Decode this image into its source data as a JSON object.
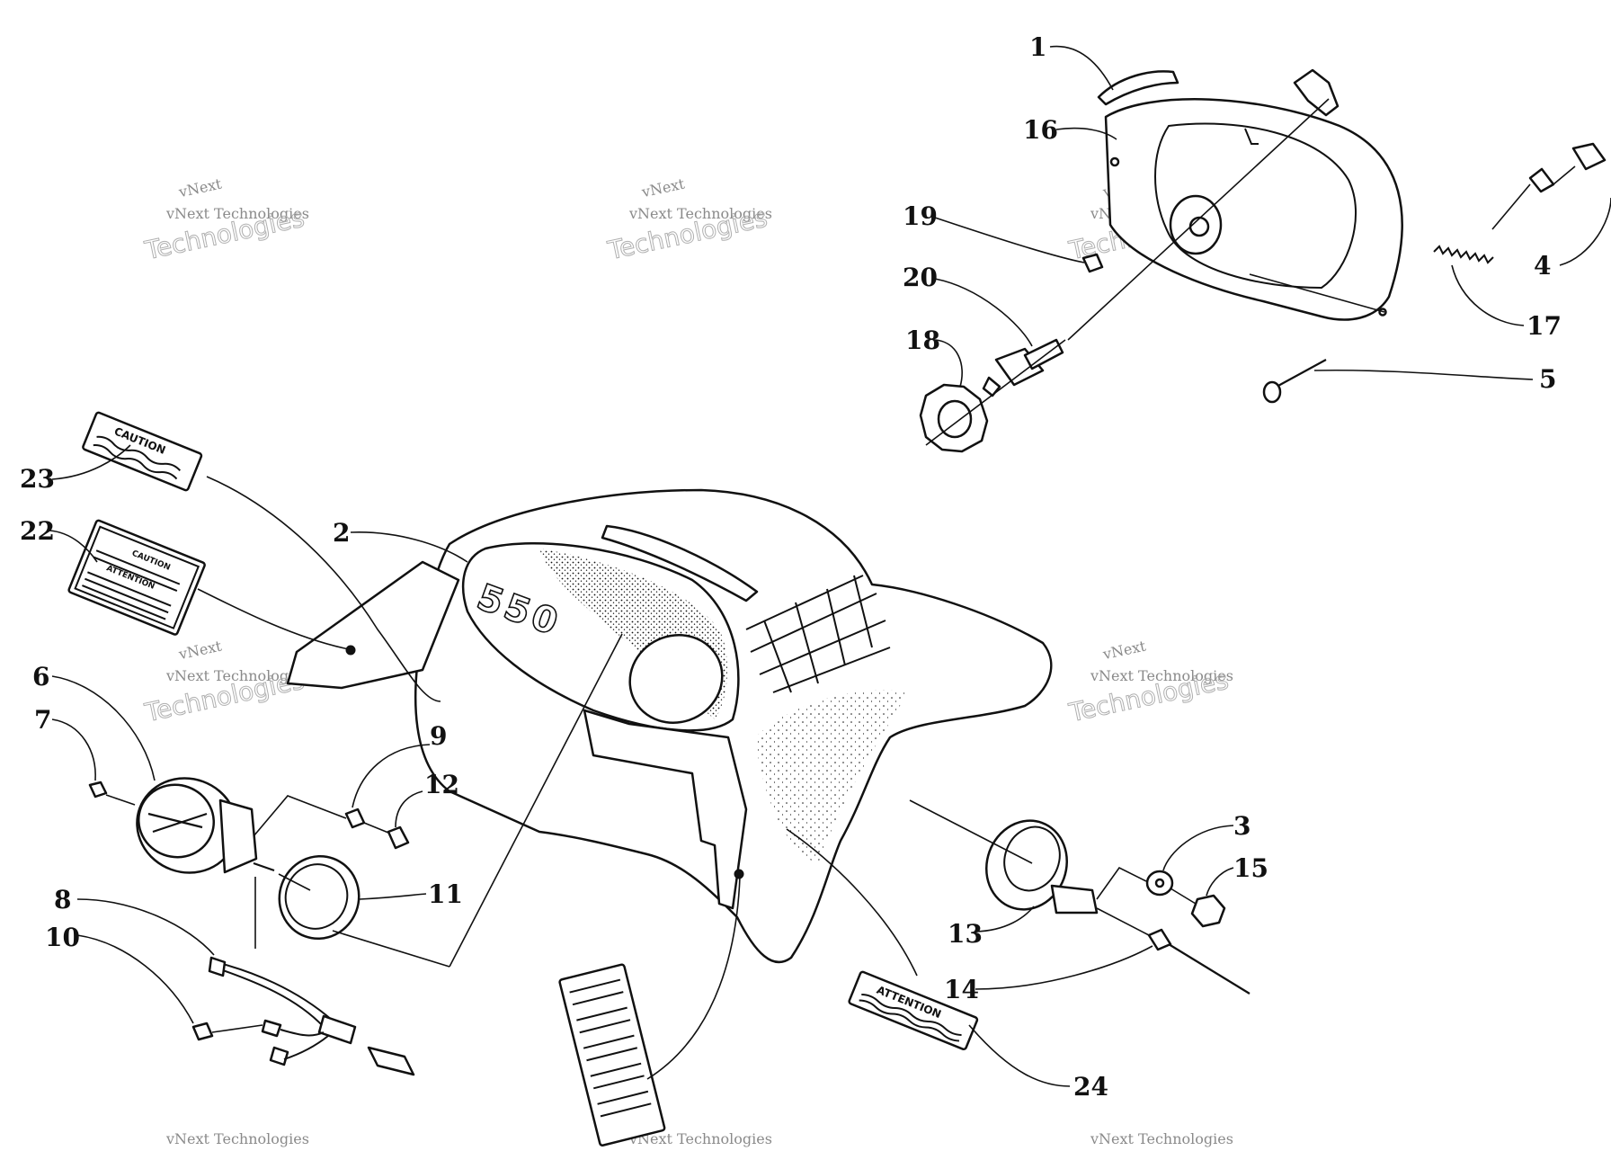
{
  "watermark": {
    "line1": "vNext",
    "line2": "vNext Technologies",
    "line3": "Technologies"
  },
  "hood_text": "550",
  "decals": {
    "caution": "CAUTION",
    "attention": "ATTENTION"
  },
  "callouts": [
    {
      "id": "1",
      "label": "1"
    },
    {
      "id": "2",
      "label": "2"
    },
    {
      "id": "3",
      "label": "3"
    },
    {
      "id": "4",
      "label": "4"
    },
    {
      "id": "5",
      "label": "5"
    },
    {
      "id": "6",
      "label": "6"
    },
    {
      "id": "7",
      "label": "7"
    },
    {
      "id": "8",
      "label": "8"
    },
    {
      "id": "9",
      "label": "9"
    },
    {
      "id": "10",
      "label": "10"
    },
    {
      "id": "11",
      "label": "11"
    },
    {
      "id": "12",
      "label": "12"
    },
    {
      "id": "13",
      "label": "13"
    },
    {
      "id": "14",
      "label": "14"
    },
    {
      "id": "15",
      "label": "15"
    },
    {
      "id": "16",
      "label": "16"
    },
    {
      "id": "17",
      "label": "17"
    },
    {
      "id": "18",
      "label": "18"
    },
    {
      "id": "19",
      "label": "19"
    },
    {
      "id": "20",
      "label": "20"
    },
    {
      "id": "22",
      "label": "22"
    },
    {
      "id": "23",
      "label": "23"
    },
    {
      "id": "24",
      "label": "24"
    }
  ]
}
